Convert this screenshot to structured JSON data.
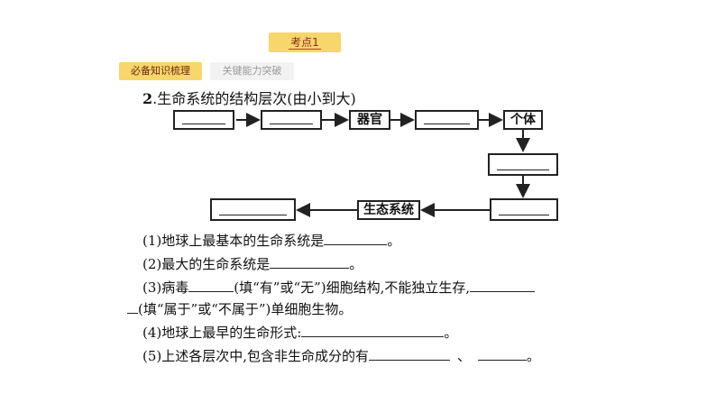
{
  "header": {
    "topic_tag": "考点1",
    "tabs": [
      "必备知识梳理",
      "关键能力突破"
    ]
  },
  "heading": {
    "number": "2",
    "text": ".生命系统的结构层次(由小到大)"
  },
  "diagram": {
    "boxes": [
      {
        "id": "b1",
        "label": ""
      },
      {
        "id": "b2",
        "label": ""
      },
      {
        "id": "b3",
        "label": "器官"
      },
      {
        "id": "b4",
        "label": ""
      },
      {
        "id": "b5",
        "label": "个体"
      },
      {
        "id": "b6",
        "label": ""
      },
      {
        "id": "b7",
        "label": ""
      },
      {
        "id": "b8",
        "label": "生态系统"
      },
      {
        "id": "b9",
        "label": ""
      }
    ]
  },
  "questions": {
    "q1_prefix": "(1)地球上最基本的生命系统是",
    "q1_suffix": "。",
    "q2_prefix": "(2)最大的生命系统是",
    "q2_suffix": "。",
    "q3_a": "(3)病毒",
    "q3_b": "(填“有”或“无”)细胞结构,不能独立生存,",
    "q3_c": "(填“属于”或“不属于”)单细胞生物。",
    "q4_prefix": "(4)地球上最早的生命形式:",
    "q4_suffix": "。",
    "q5_prefix": "(5)上述各层次中,包含非生命成分的有",
    "q5_sep": "、",
    "q5_suffix": "。"
  }
}
